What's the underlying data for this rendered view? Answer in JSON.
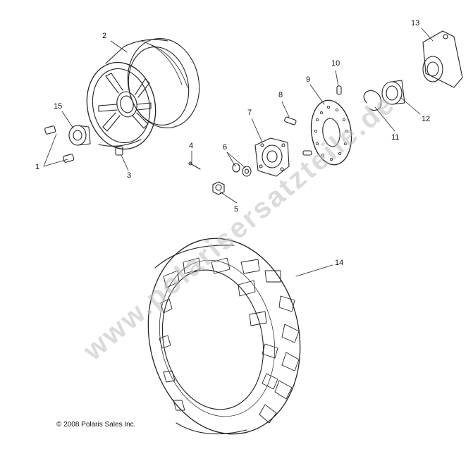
{
  "callouts": {
    "c1": "1",
    "c2": "2",
    "c3": "3",
    "c4": "4",
    "c5": "5",
    "c6": "6",
    "c7": "7",
    "c8": "8",
    "c9": "9",
    "c10": "10",
    "c11": "11",
    "c12": "12",
    "c13": "13",
    "c14": "14",
    "c15": "15"
  },
  "copyright": "© 2008 Polaris Sales Inc.",
  "watermark": "www.polarisersatzteile.de",
  "colors": {
    "line": "#222222",
    "watermark": "#bebebe",
    "background": "#ffffff"
  }
}
